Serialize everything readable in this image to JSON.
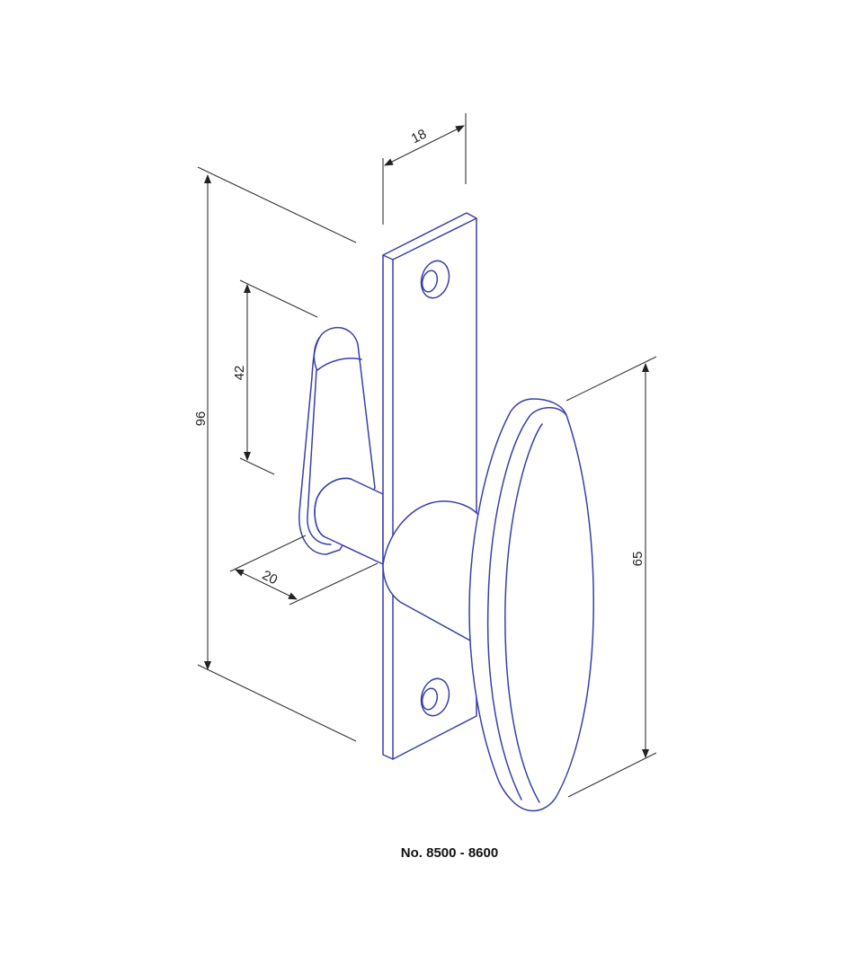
{
  "caption": "No. 8500 - 8600",
  "dimensions": {
    "width_plate": "18",
    "height_total": "96",
    "lever_height": "42",
    "spindle_length": "20",
    "knob_height": "65"
  },
  "colors": {
    "line": "#3a3fa8",
    "dimension": "#333333"
  }
}
